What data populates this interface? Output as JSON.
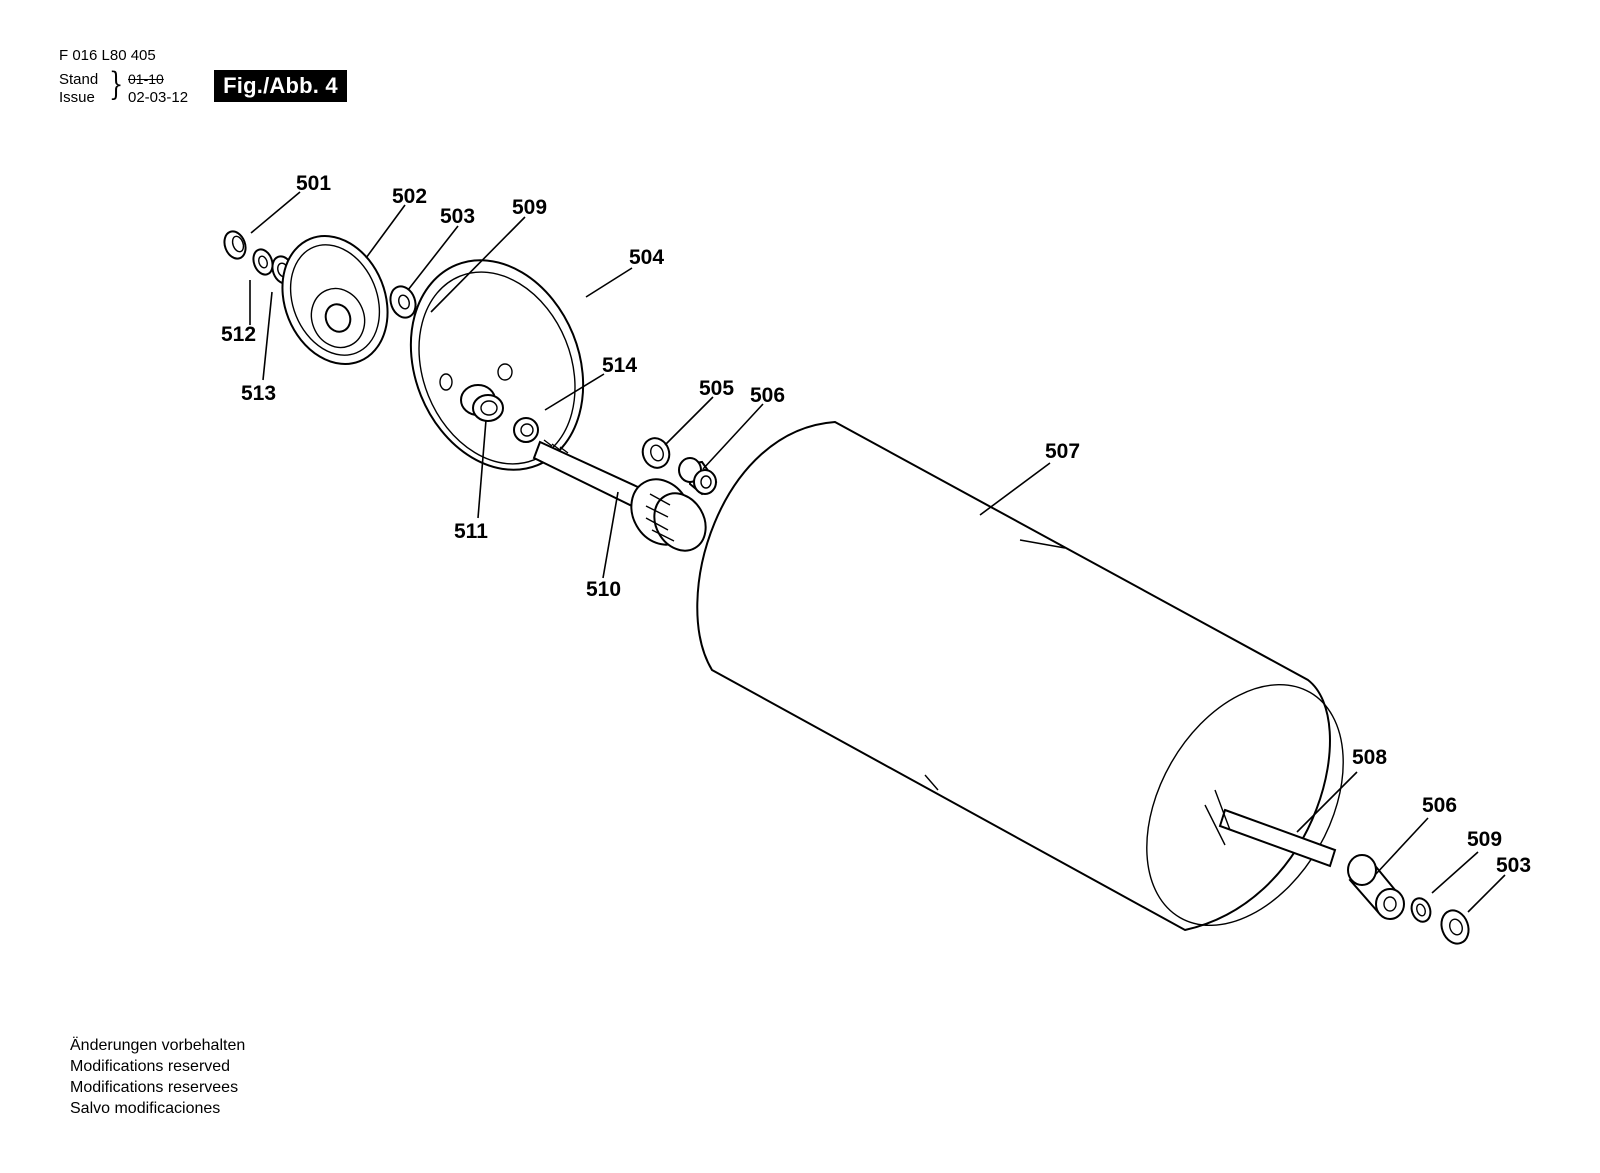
{
  "header": {
    "part_number": "F 016 L80 405",
    "stand_label": "Stand",
    "issue_label": "Issue",
    "stand_value": "01-10",
    "issue_value": "02-03-12",
    "figure_label": "Fig./Abb. 4"
  },
  "callouts": {
    "c501": "501",
    "c502": "502",
    "c503a": "503",
    "c509a": "509",
    "c504": "504",
    "c512": "512",
    "c513": "513",
    "c514": "514",
    "c505": "505",
    "c506a": "506",
    "c507": "507",
    "c511": "511",
    "c510": "510",
    "c508": "508",
    "c506b": "506",
    "c509b": "509",
    "c503b": "503"
  },
  "footer": {
    "line1": "Änderungen vorbehalten",
    "line2": "Modifications reserved",
    "line3": "Modifications reservees",
    "line4": "Salvo modificaciones"
  }
}
